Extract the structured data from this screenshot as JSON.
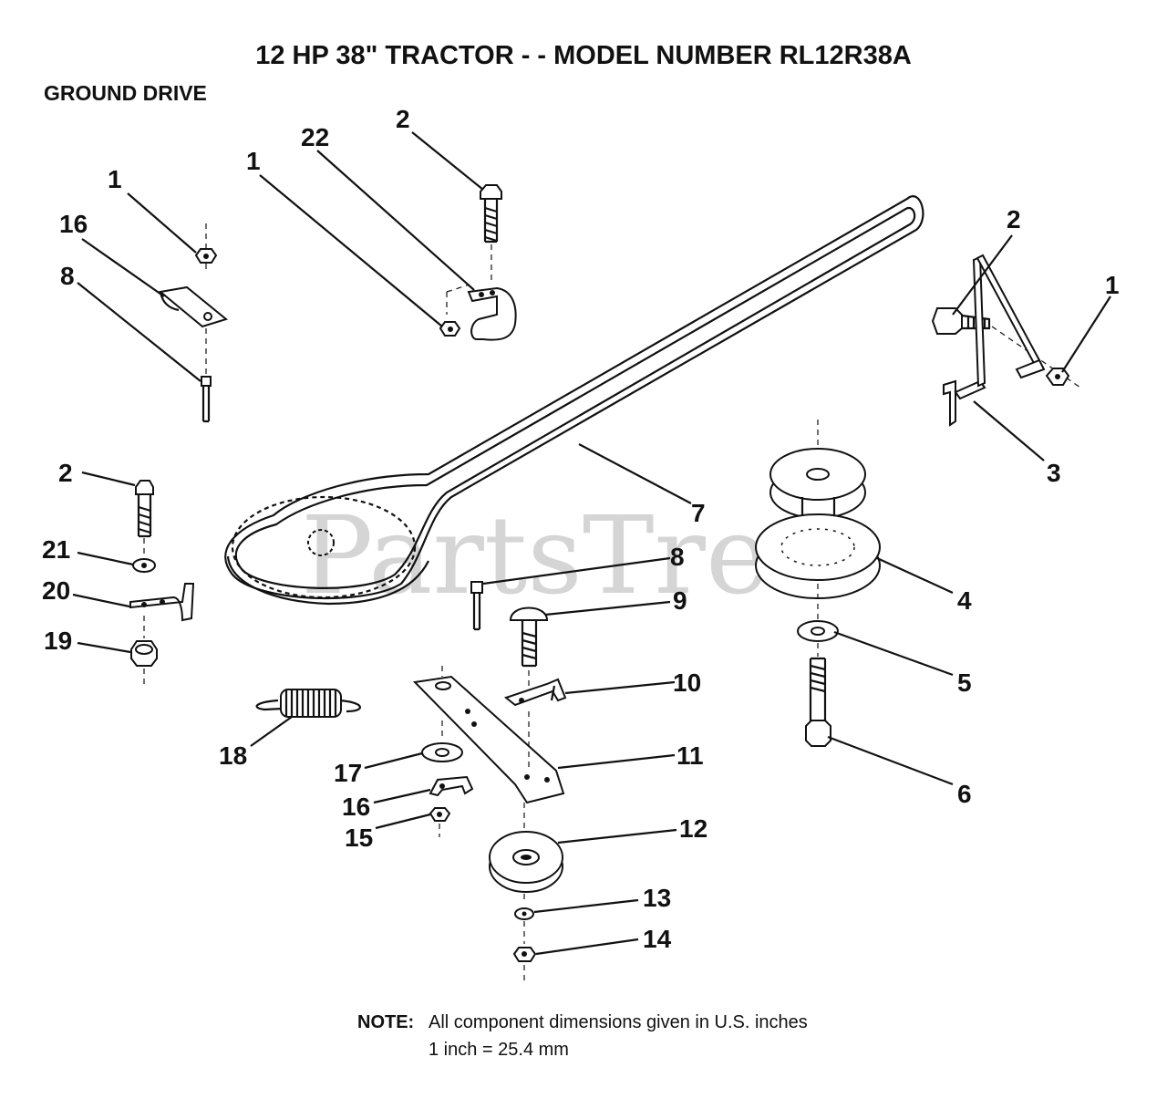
{
  "title": "12 HP 38\" TRACTOR - - MODEL NUMBER RL12R38A",
  "subtitle": "GROUND DRIVE",
  "watermark": "PartsTree",
  "note": {
    "label": "NOTE:",
    "line1": "All component dimensions given in U.S. inches",
    "line2": "1 inch = 25.4 mm"
  },
  "callouts": [
    {
      "id": "c1a",
      "label": "1"
    },
    {
      "id": "c16a",
      "label": "16"
    },
    {
      "id": "c8a",
      "label": "8"
    },
    {
      "id": "c1b",
      "label": "1"
    },
    {
      "id": "c22",
      "label": "22"
    },
    {
      "id": "c2a",
      "label": "2"
    },
    {
      "id": "c2b",
      "label": "2"
    },
    {
      "id": "c1c",
      "label": "1"
    },
    {
      "id": "c3",
      "label": "3"
    },
    {
      "id": "c7",
      "label": "7"
    },
    {
      "id": "c4",
      "label": "4"
    },
    {
      "id": "c5",
      "label": "5"
    },
    {
      "id": "c6",
      "label": "6"
    },
    {
      "id": "c2c",
      "label": "2"
    },
    {
      "id": "c21",
      "label": "21"
    },
    {
      "id": "c20",
      "label": "20"
    },
    {
      "id": "c19",
      "label": "19"
    },
    {
      "id": "c8b",
      "label": "8"
    },
    {
      "id": "c9",
      "label": "9"
    },
    {
      "id": "c10",
      "label": "10"
    },
    {
      "id": "c11",
      "label": "11"
    },
    {
      "id": "c18",
      "label": "18"
    },
    {
      "id": "c17",
      "label": "17"
    },
    {
      "id": "c16b",
      "label": "16"
    },
    {
      "id": "c15",
      "label": "15"
    },
    {
      "id": "c12",
      "label": "12"
    },
    {
      "id": "c13",
      "label": "13"
    },
    {
      "id": "c14",
      "label": "14"
    }
  ]
}
